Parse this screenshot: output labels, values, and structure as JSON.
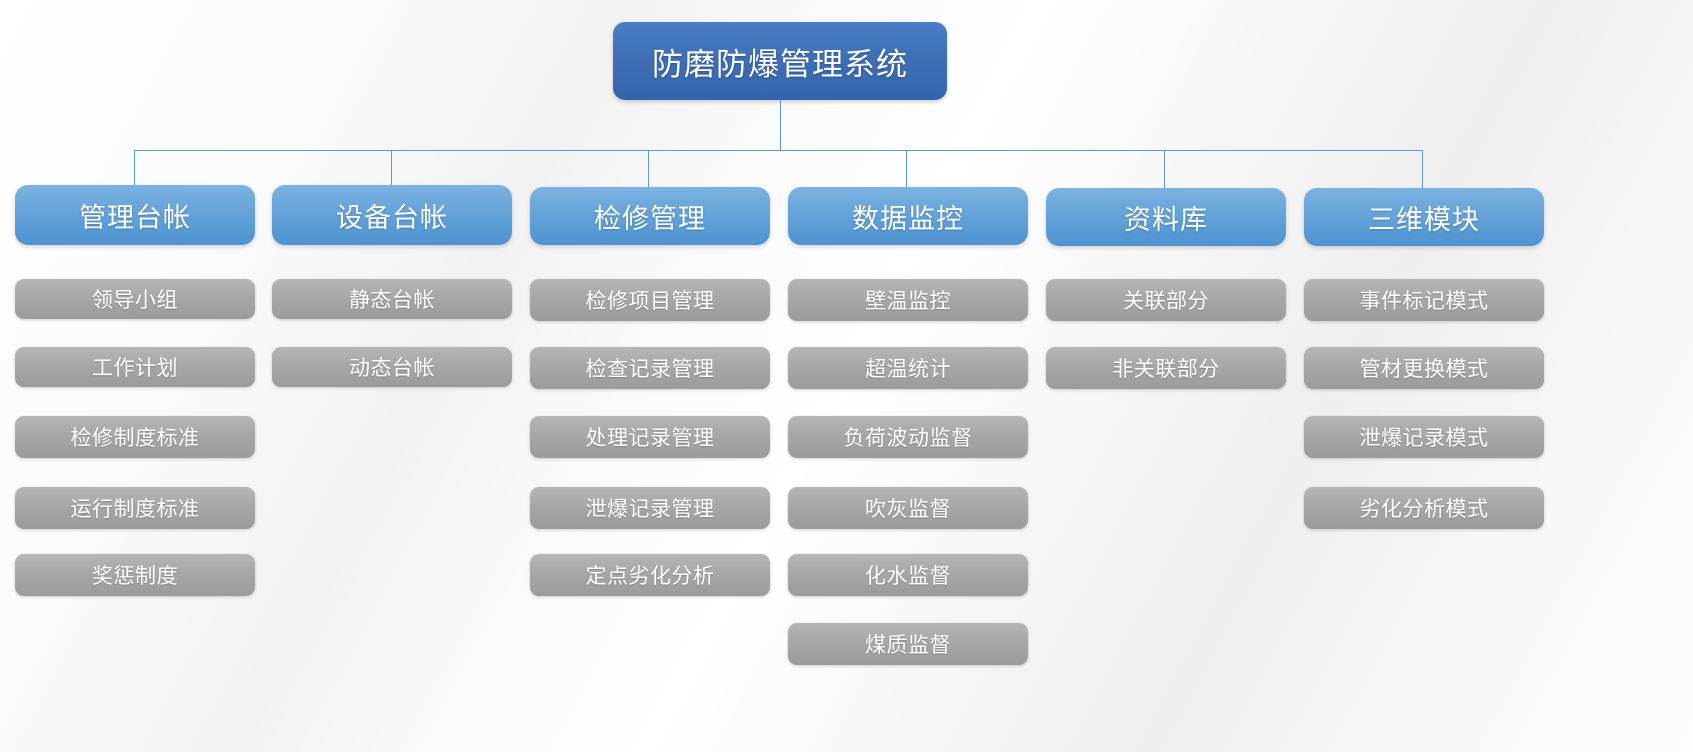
{
  "diagram": {
    "title": "防磨防爆管理系统",
    "type": "organizational-tree",
    "root": {
      "label": "防磨防爆管理系统",
      "color": "#3f6fb5"
    },
    "connector_color": "#5b9bd5",
    "category_color": "#68a5da",
    "leaf_color": "#a7a7a7",
    "columns": [
      {
        "label": "管理台帐",
        "items": [
          {
            "label": "领导小组"
          },
          {
            "label": "工作计划"
          },
          {
            "label": "检修制度标准"
          },
          {
            "label": "运行制度标准"
          },
          {
            "label": "奖惩制度"
          }
        ]
      },
      {
        "label": "设备台帐",
        "items": [
          {
            "label": "静态台帐"
          },
          {
            "label": "动态台帐"
          }
        ]
      },
      {
        "label": "检修管理",
        "items": [
          {
            "label": "检修项目管理"
          },
          {
            "label": "检查记录管理"
          },
          {
            "label": "处理记录管理"
          },
          {
            "label": "泄爆记录管理"
          },
          {
            "label": "定点劣化分析"
          }
        ]
      },
      {
        "label": "数据监控",
        "items": [
          {
            "label": "壁温监控"
          },
          {
            "label": "超温统计"
          },
          {
            "label": "负荷波动监督"
          },
          {
            "label": "吹灰监督"
          },
          {
            "label": "化水监督"
          },
          {
            "label": "煤质监督"
          }
        ]
      },
      {
        "label": "资料库",
        "items": [
          {
            "label": "关联部分"
          },
          {
            "label": "非关联部分"
          }
        ]
      },
      {
        "label": "三维模块",
        "items": [
          {
            "label": "事件标记模式"
          },
          {
            "label": "管材更换模式"
          },
          {
            "label": "泄爆记录模式"
          },
          {
            "label": "劣化分析模式"
          }
        ]
      }
    ]
  }
}
